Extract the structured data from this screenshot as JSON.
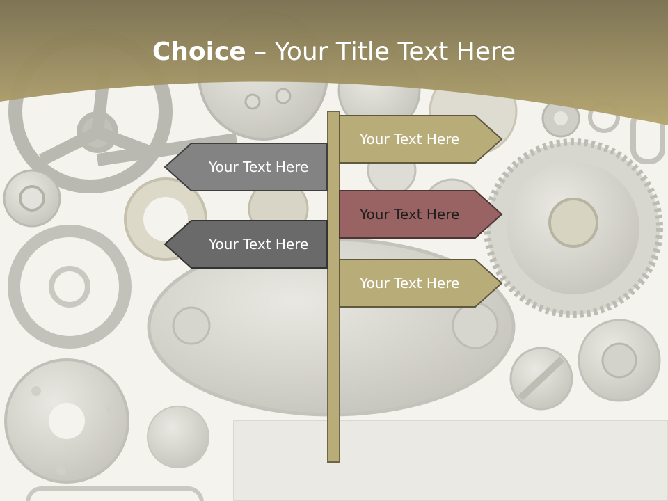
{
  "title": {
    "bold": "Choice",
    "separator": " – ",
    "rest": "Your Title Text Here"
  },
  "colors": {
    "header": "#a99d6a",
    "background": "#f4f3ee",
    "post": "#b8ac79",
    "sign_tan": "#b8ac79",
    "sign_gray": "#838383",
    "sign_dark_gray": "#6a6a6a",
    "sign_red": "#996363"
  },
  "signs": {
    "right_top": {
      "label": "Your Text Here",
      "color": "#b8ac79"
    },
    "left_top": {
      "label": "Your Text Here",
      "color": "#838383"
    },
    "right_middle": {
      "label": "Your Text Here",
      "color": "#996363"
    },
    "left_bottom": {
      "label": "Your Text Here",
      "color": "#6a6a6a"
    },
    "right_bottom": {
      "label": "Your Text Here",
      "color": "#b8ac79"
    }
  }
}
